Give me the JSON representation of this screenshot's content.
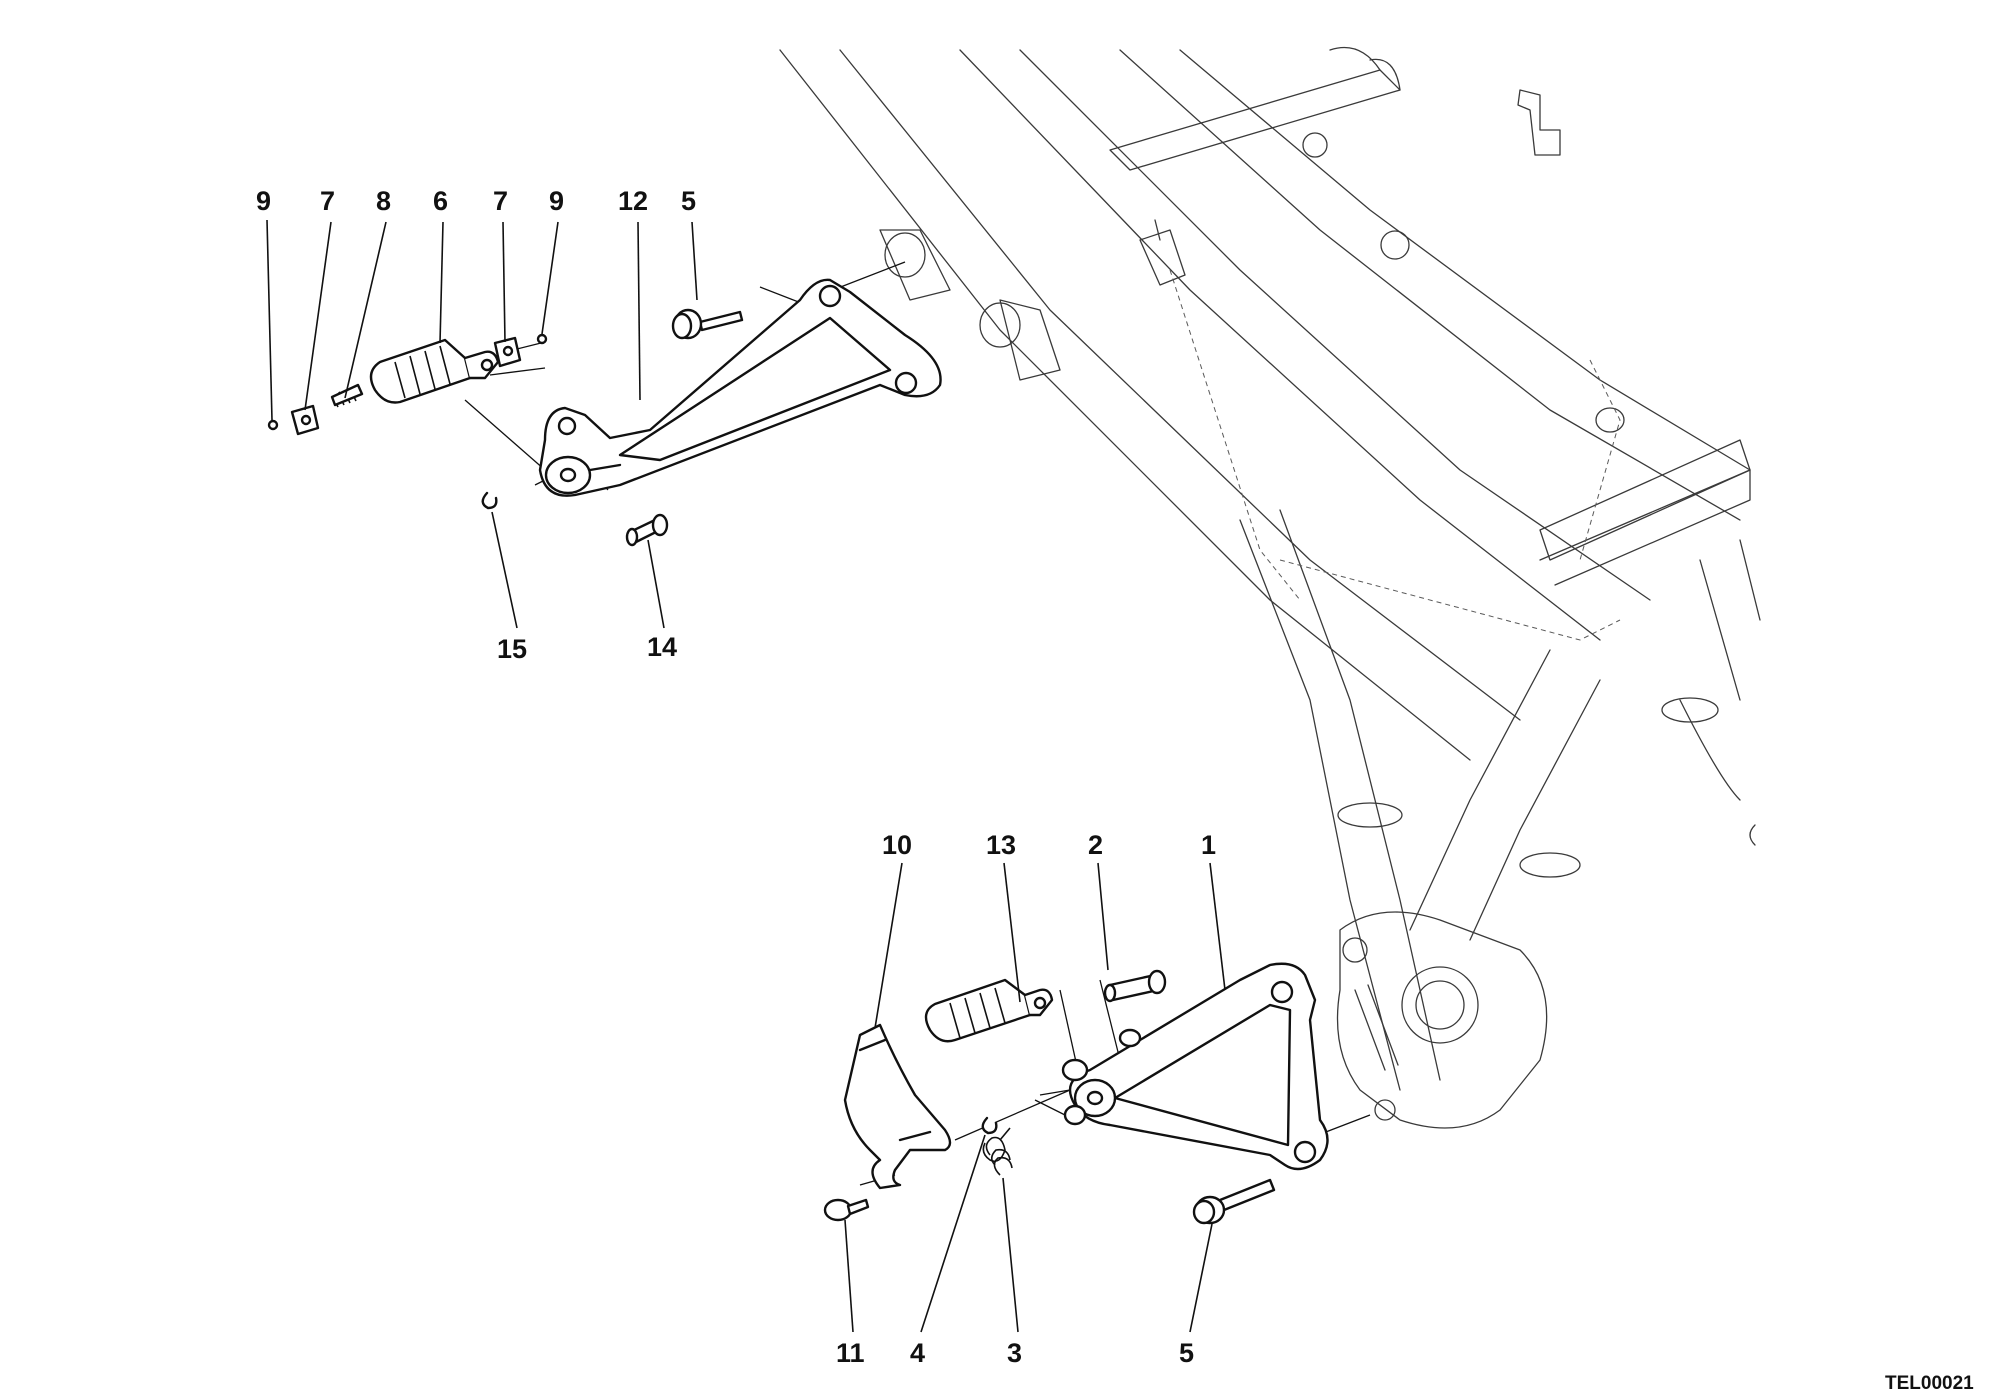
{
  "diagram_code": "TEL00021",
  "callouts": {
    "c9a": "9",
    "c7a": "7",
    "c8": "8",
    "c6": "6",
    "c7b": "7",
    "c9b": "9",
    "c12": "12",
    "c5a": "5",
    "c15": "15",
    "c14": "14",
    "c10": "10",
    "c13": "13",
    "c2": "2",
    "c1": "1",
    "c11": "11",
    "c4": "4",
    "c3": "3",
    "c5b": "5"
  }
}
